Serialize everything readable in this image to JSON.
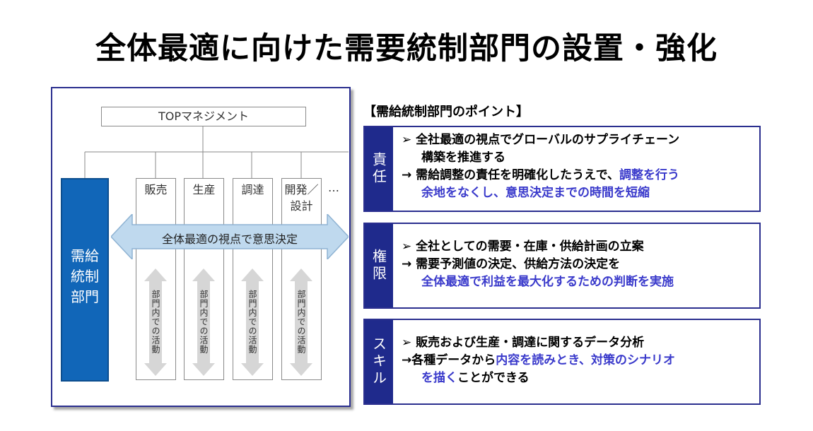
{
  "title": "全体最適に向けた需要統制部門の設置・強化",
  "org_chart": {
    "top_management": "TOPマネジメント",
    "demand_department": [
      "需給",
      "統制",
      "部門"
    ],
    "functions": [
      {
        "lines": [
          "販売"
        ]
      },
      {
        "lines": [
          "生産"
        ]
      },
      {
        "lines": [
          "調達"
        ]
      },
      {
        "lines": [
          "開発／",
          "設計"
        ]
      }
    ],
    "more_functions": "…",
    "cross_arrow_label": "全体最適の視点で意思決定",
    "internal_activity_label": "部門内での活動"
  },
  "points": {
    "heading": "【需給統制部門のポイント】",
    "cards": [
      {
        "tag": "責任",
        "lines": [
          {
            "segments": [
              {
                "text": "➢  全社最適の視点でグローバルのサプライチェーン"
              }
            ]
          },
          {
            "indent": true,
            "segments": [
              {
                "text": "構築を推進する"
              }
            ]
          },
          {
            "segments": [
              {
                "text": "→ 需給調整の責任を明確化したうえで、"
              },
              {
                "text": "調整を行う",
                "accent": true
              }
            ]
          },
          {
            "indent": true,
            "segments": [
              {
                "text": "余地をなくし、意思決定までの時間を短縮",
                "accent": true
              }
            ]
          }
        ]
      },
      {
        "tag": "権限",
        "lines": [
          {
            "segments": [
              {
                "text": "➢  全社としての需要・在庫・供給計画の立案"
              }
            ]
          },
          {
            "segments": [
              {
                "text": "→ 需要予測値の決定、供給方法の決定を"
              }
            ]
          },
          {
            "indent": true,
            "segments": [
              {
                "text": "全体最適で利益を最大化するための判断を実施",
                "accent": true
              }
            ]
          }
        ]
      },
      {
        "tag": "スキル",
        "lines": [
          {
            "segments": [
              {
                "text": "➢  販売および生産・調達に関するデータ分析"
              }
            ]
          },
          {
            "segments": [
              {
                "text": "→各種データから"
              },
              {
                "text": "内容を読みとき、対策のシナリオ",
                "accent": true
              }
            ]
          },
          {
            "indent": true,
            "segments": [
              {
                "text": "を描く",
                "accent": true
              },
              {
                "text": "ことができる"
              }
            ]
          }
        ]
      }
    ]
  },
  "colors": {
    "dark_navy": "#1f2a8c",
    "department_blue": "#1166b8",
    "accent_text": "#3a3acb",
    "arrow_fill": "#bfd9ee",
    "vertical_arrow_fill": "#d6d6d6"
  }
}
